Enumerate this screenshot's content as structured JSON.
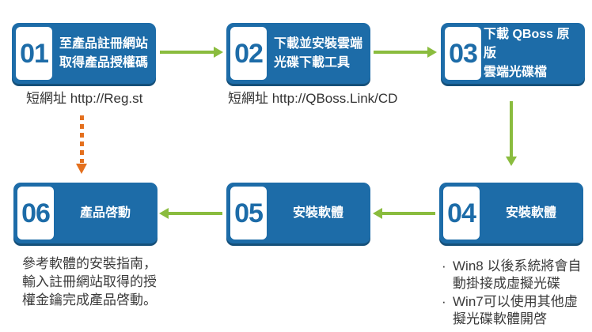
{
  "colors": {
    "box_blue": "#1d6ca8",
    "box_blue_shadow": "#15507a",
    "arrow_green": "#8abc3e",
    "arrow_orange": "#e4701e",
    "text_dark": "#333333",
    "background": "#ffffff"
  },
  "steps": [
    {
      "num": "01",
      "title": "至產品註冊網站\n取得產品授權碼",
      "caption": "短網址 http://Reg.st"
    },
    {
      "num": "02",
      "title": "下載並安裝雲端\n光碟下載工具",
      "caption": "短網址 http://QBoss.Link/CD"
    },
    {
      "num": "03",
      "title": "下載 QBoss 原版\n雲端光碟檔"
    },
    {
      "num": "04",
      "title": "安裝軟體",
      "notes": [
        {
          "bullet": "·",
          "text": "Win8 以後系統將會自\n動掛接成虛擬光碟"
        },
        {
          "bullet": "·",
          "text": "Win7可以使用其他虛\n擬光碟軟體開啓"
        }
      ]
    },
    {
      "num": "05",
      "title": "安裝軟體"
    },
    {
      "num": "06",
      "title": "產品啓動",
      "note": "參考軟體的安裝指南，\n輸入註冊網站取得的授\n權金鑰完成產品啓動。"
    }
  ]
}
